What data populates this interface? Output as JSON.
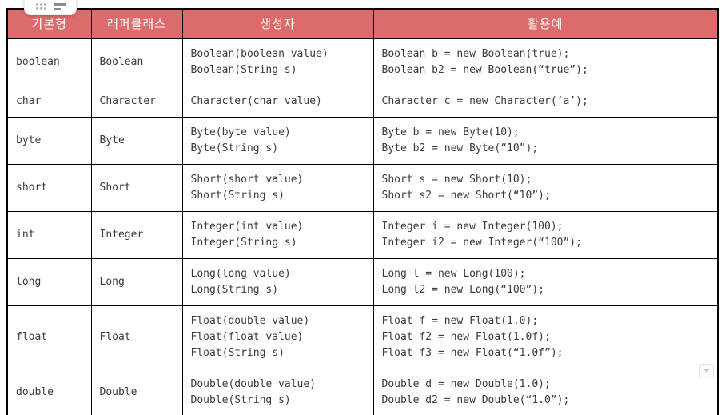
{
  "colors": {
    "header_bg": "#dd6b6b",
    "header_text": "#ffffff",
    "border": "#000000",
    "body_text": "#3a3a3a"
  },
  "toolbar": {
    "drag_handle_icon": "drag-handle-dots",
    "align_icon": "align-lines"
  },
  "scroll_button": {
    "icon": "chevron-down"
  },
  "table": {
    "columns": [
      "기본형",
      "래퍼클래스",
      "생성자",
      "활용예"
    ],
    "rows": [
      {
        "primitive": "boolean",
        "wrapper": "Boolean",
        "constructors": [
          "Boolean(boolean value)",
          "Boolean(String s)"
        ],
        "examples": [
          "Boolean b = new Boolean(true);",
          "Boolean b2 = new Boolean(“true”);"
        ]
      },
      {
        "primitive": "char",
        "wrapper": "Character",
        "constructors": [
          "Character(char value)"
        ],
        "examples": [
          "Character c = new Character(‘a’);"
        ]
      },
      {
        "primitive": "byte",
        "wrapper": "Byte",
        "constructors": [
          "Byte(byte value)",
          "Byte(String s)"
        ],
        "examples": [
          "Byte b = new Byte(10);",
          "Byte b2 = new Byte(“10”);"
        ]
      },
      {
        "primitive": "short",
        "wrapper": "Short",
        "constructors": [
          "Short(short value)",
          "Short(String s)"
        ],
        "examples": [
          "Short s = new Short(10);",
          "Short s2 = new Short(“10”);"
        ]
      },
      {
        "primitive": "int",
        "wrapper": "Integer",
        "constructors": [
          "Integer(int value)",
          "Integer(String s)"
        ],
        "examples": [
          "Integer i = new Integer(100);",
          "Integer i2 = new Integer(“100”);"
        ]
      },
      {
        "primitive": "long",
        "wrapper": "Long",
        "constructors": [
          "Long(long value)",
          "Long(String s)"
        ],
        "examples": [
          "Long l = new Long(100);",
          "Long l2 = new Long(“100”);"
        ]
      },
      {
        "primitive": "float",
        "wrapper": "Float",
        "constructors": [
          "Float(double value)",
          "Float(float value)",
          "Float(String s)"
        ],
        "examples": [
          "Float f = new Float(1.0);",
          "Float f2 = new Float(1.0f);",
          "Float f3 = new Float(“1.0f”);"
        ]
      },
      {
        "primitive": "double",
        "wrapper": "Double",
        "constructors": [
          "Double(double value)",
          "Double(String s)"
        ],
        "examples": [
          "Double d = new Double(1.0);",
          "Double d2 = new Double(“1.0”);"
        ]
      }
    ]
  }
}
